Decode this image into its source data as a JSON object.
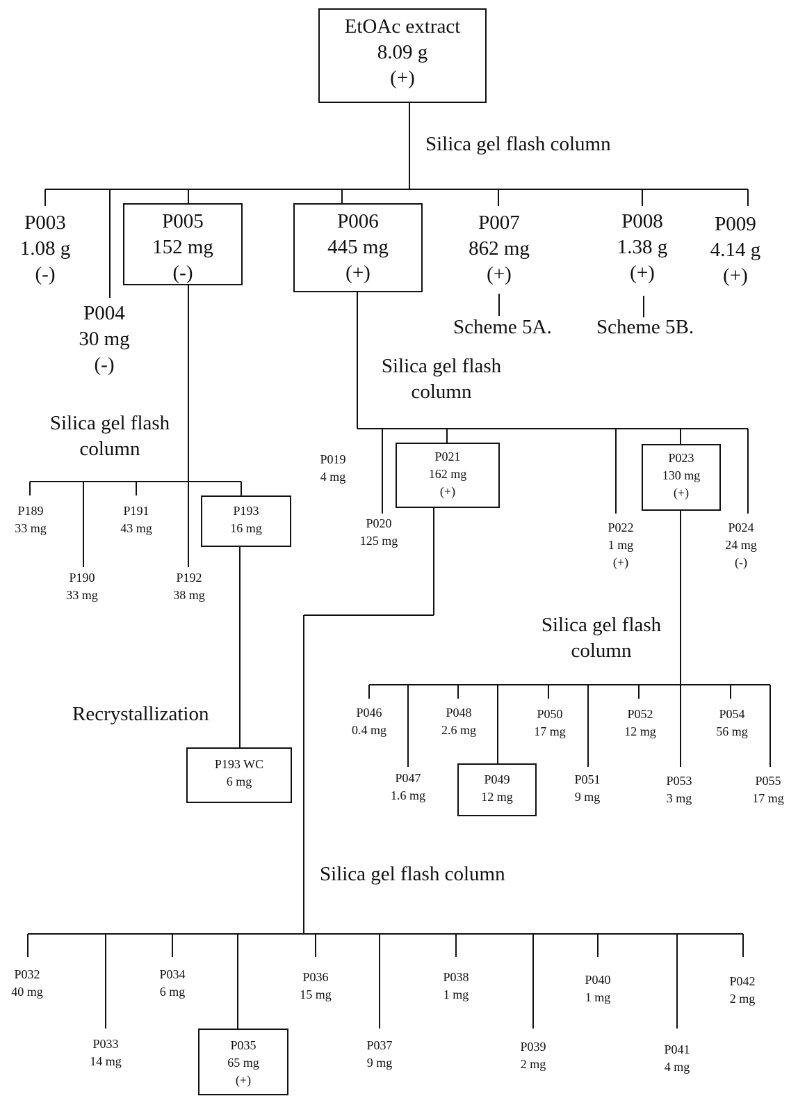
{
  "root": {
    "name": "EtOAc extract",
    "weight": "8.09 g",
    "activity": "(+)"
  },
  "step_labels": {
    "root_column": "Silica gel flash column",
    "p005_column": [
      "Silica gel flash",
      "column"
    ],
    "p006_column": [
      "Silica gel flash",
      "column"
    ],
    "p023_column": [
      "Silica gel flash",
      "column"
    ],
    "p021_column": "Silica gel flash column",
    "recrystallization": "Recrystallization"
  },
  "level1": [
    {
      "name": "P003",
      "weight": "1.08 g",
      "activity": "(-)"
    },
    {
      "name": "P004",
      "weight": "30 mg",
      "activity": "(-)"
    },
    {
      "name": "P005",
      "weight": "152 mg",
      "activity": "(-)"
    },
    {
      "name": "P006",
      "weight": "445 mg",
      "activity": "(+)"
    },
    {
      "name": "P007",
      "weight": "862 mg",
      "activity": "(+)",
      "ref": "Scheme 5A."
    },
    {
      "name": "P008",
      "weight": "1.38 g",
      "activity": "(+)",
      "ref": "Scheme 5B."
    },
    {
      "name": "P009",
      "weight": "4.14 g",
      "activity": "(+)"
    }
  ],
  "p005_children": [
    {
      "name": "P189",
      "weight": "33 mg"
    },
    {
      "name": "P190",
      "weight": "33 mg"
    },
    {
      "name": "P191",
      "weight": "43 mg"
    },
    {
      "name": "P192",
      "weight": "38 mg"
    },
    {
      "name": "P193",
      "weight": "16 mg"
    }
  ],
  "recryst_product": {
    "name": "P193 WC",
    "weight": "6 mg"
  },
  "p006_children": [
    {
      "name": "P019",
      "weight": "4 mg"
    },
    {
      "name": "P020",
      "weight": "125 mg"
    },
    {
      "name": "P021",
      "weight": "162 mg",
      "activity": "(+)"
    },
    {
      "name": "P022",
      "weight": "1 mg",
      "activity": "(+)"
    },
    {
      "name": "P023",
      "weight": "130 mg",
      "activity": "(+)"
    },
    {
      "name": "P024",
      "weight": "24 mg",
      "activity": "(-)"
    }
  ],
  "p023_children": [
    {
      "name": "P046",
      "weight": "0.4 mg"
    },
    {
      "name": "P047",
      "weight": "1.6 mg"
    },
    {
      "name": "P048",
      "weight": "2.6 mg"
    },
    {
      "name": "P049",
      "weight": "12 mg"
    },
    {
      "name": "P050",
      "weight": "17 mg"
    },
    {
      "name": "P051",
      "weight": "9 mg"
    },
    {
      "name": "P052",
      "weight": "12 mg"
    },
    {
      "name": "P053",
      "weight": "3 mg"
    },
    {
      "name": "P054",
      "weight": "56 mg"
    },
    {
      "name": "P055",
      "weight": "17 mg"
    }
  ],
  "p021_children": [
    {
      "name": "P032",
      "weight": "40 mg"
    },
    {
      "name": "P033",
      "weight": "14 mg"
    },
    {
      "name": "P034",
      "weight": "6 mg"
    },
    {
      "name": "P035",
      "weight": "65 mg",
      "activity": "(+)"
    },
    {
      "name": "P036",
      "weight": "15 mg"
    },
    {
      "name": "P037",
      "weight": "9 mg"
    },
    {
      "name": "P038",
      "weight": "1 mg"
    },
    {
      "name": "P039",
      "weight": "2 mg"
    },
    {
      "name": "P040",
      "weight": "1 mg"
    },
    {
      "name": "P041",
      "weight": "4 mg"
    },
    {
      "name": "P042",
      "weight": "2 mg"
    }
  ]
}
